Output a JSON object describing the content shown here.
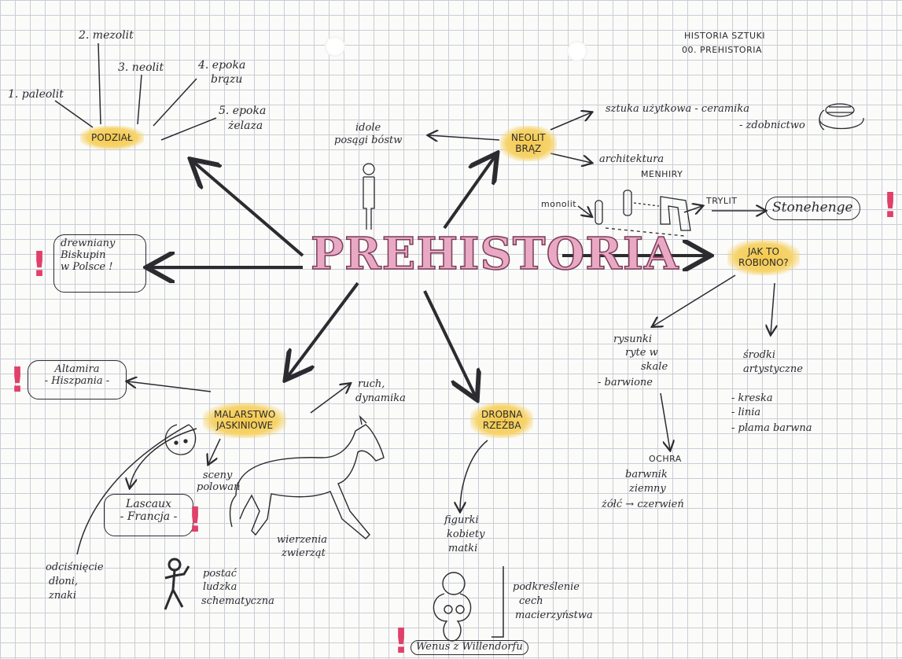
{
  "title": "PREHISTORIA",
  "header": {
    "line1": "HISTORIA SZTUKI",
    "line2": "00. PREHISTORIA"
  },
  "periods": {
    "hub": "PODZIAŁ",
    "p1": "1. paleolit",
    "p2": "2. mezolit",
    "p3": "3. neolit",
    "p4a": "4. epoka",
    "p4b": "brązu",
    "p5a": "5. epoka",
    "p5b": "żelaza"
  },
  "neolit": {
    "hub_line1": "NEOLIT",
    "hub_line2": "BRĄZ",
    "idols_line1": "idole",
    "idols_line2": "posągi bóstw",
    "useful_art": "sztuka użytkowa - ceramika",
    "craft": "- zdobnictwo",
    "architecture": "architektura",
    "menhiry": "MENHIRY",
    "monolit": "monolit",
    "trylit": "TRYLIT",
    "stonehenge": "Stonehenge"
  },
  "biskupin": {
    "l1": "drewniany",
    "l2": "Biskupin",
    "l3": "w Polsce !"
  },
  "jak": {
    "hub_line1": "JAK TO",
    "hub_line2": "ROBIONO?",
    "drawings": [
      "rysunki",
      "ryte w",
      "skale",
      "- barwione"
    ],
    "means": [
      "środki",
      "artystyczne"
    ],
    "means_list": [
      "- kreska",
      "- linia",
      "- plama barwna"
    ],
    "ochra": [
      "OCHRA",
      "barwnik",
      "ziemny",
      "żółć → czerwień"
    ]
  },
  "painting": {
    "hub_line1": "MALARSTWO",
    "hub_line2": "JASKINIOWE",
    "altamira_l1": "Altamira",
    "altamira_l2": "- Hiszpania -",
    "movement_l1": "ruch,",
    "movement_l2": "dynamika",
    "hunt_l1": "sceny",
    "hunt_l2": "polowań",
    "lascaux_l1": "Lascaux",
    "lascaux_l2": "- Francja -",
    "horse_l1": "wierzenia",
    "horse_l2": "zwierząt",
    "hands_l1": "odciśnięcie",
    "hands_l2": "dłoni,",
    "hands_l3": "znaki",
    "figure_l1": "postać",
    "figure_l2": "ludzka",
    "figure_l3": "schematyczna"
  },
  "sculpture": {
    "hub_line1": "DROBNA",
    "hub_line2": "RZEŹBA",
    "fig_l1": "figurki",
    "fig_l2": "kobiety",
    "fig_l3": "matki",
    "emph_l1": "podkreślenie",
    "emph_l2": "cech",
    "emph_l3": "macierzyństwa",
    "venus": "Wenus z Willendorfu"
  },
  "colors": {
    "highlight": "#f4c84a",
    "title_fill": "#e9a9c4",
    "title_stroke": "#7b3c58",
    "exclamation": "#e0406a",
    "ink": "#2b2b30"
  }
}
